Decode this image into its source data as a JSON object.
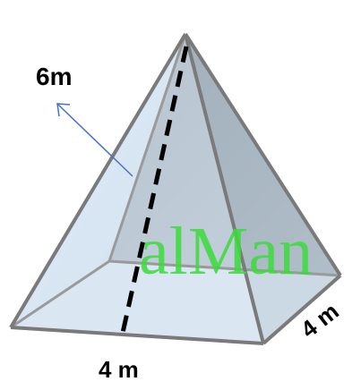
{
  "labels": {
    "slant_height": "6m",
    "base_front": "4 m",
    "base_side": "4 m"
  },
  "watermark": "alMan",
  "colors": {
    "face_light": "#d9e7f3",
    "face_mid": "#c4d6e6",
    "face_dark": "#9aa8b4",
    "edge": "#7f7f7f",
    "height_line": "#000000",
    "arrow": "#4472c4",
    "watermark": "#3cdc3c"
  }
}
